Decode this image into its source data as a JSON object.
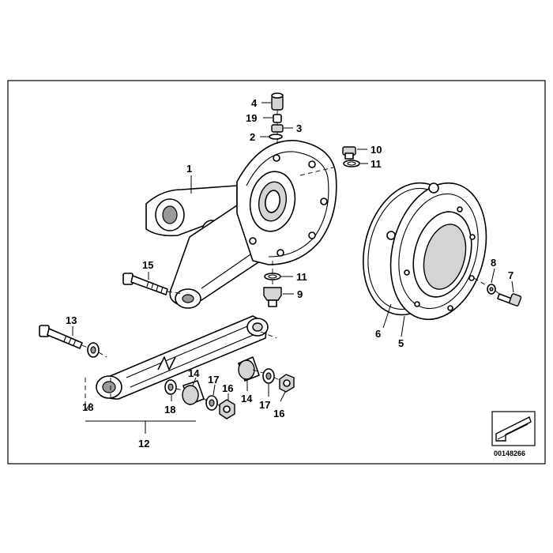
{
  "labels": {
    "p1": "1",
    "p2": "2",
    "p3": "3",
    "p4": "4",
    "p5": "5",
    "p6": "6",
    "p7": "7",
    "p8": "8",
    "p9": "9",
    "p10": "10",
    "p11a": "11",
    "p11b": "11",
    "p12": "12",
    "p13": "13",
    "p14a": "14",
    "p14b": "14",
    "p15": "15",
    "p16a": "16",
    "p16b": "16",
    "p17a": "17",
    "p17b": "17",
    "p18a": "18",
    "p18b": "18",
    "p19": "19"
  },
  "document_number": "00148266"
}
